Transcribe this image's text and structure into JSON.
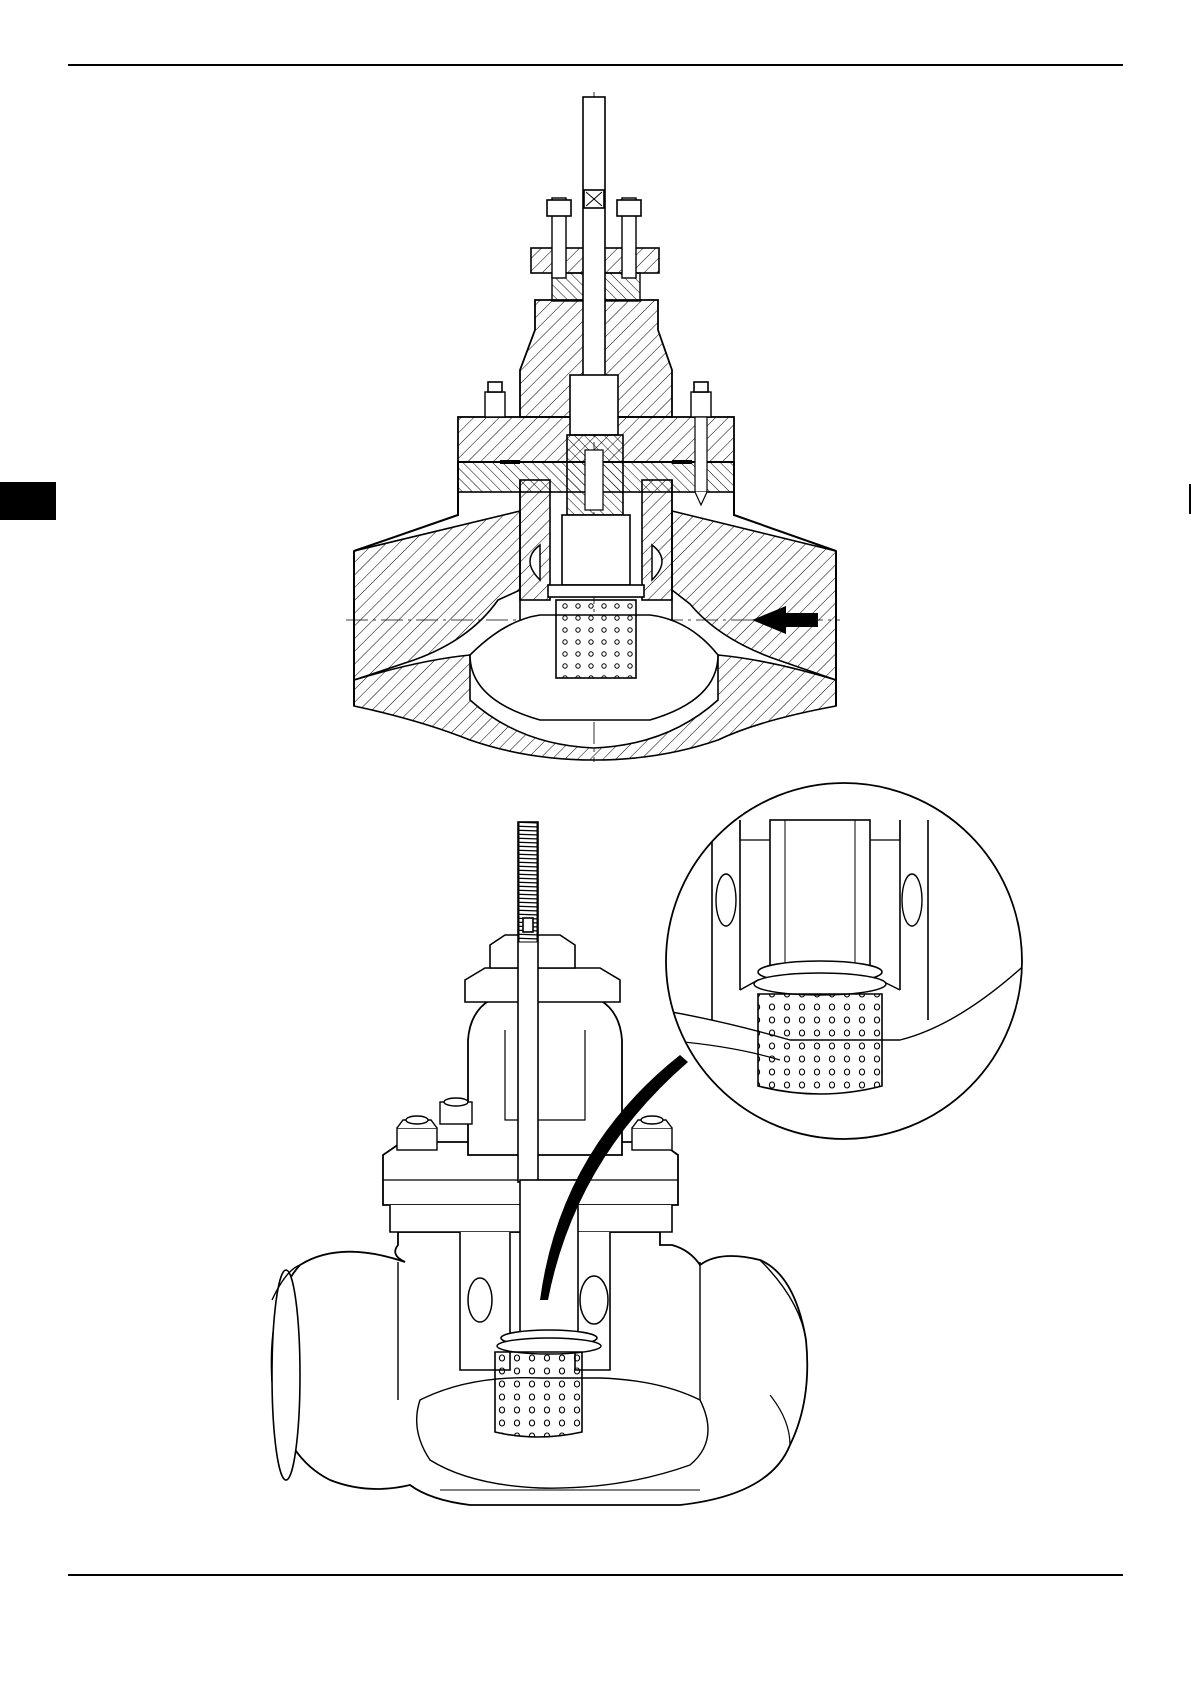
{
  "page": {
    "background": "#ffffff",
    "ink": "#000000"
  },
  "figures": [
    {
      "kind": "sectional-drawing",
      "subject": "globe-valve-with-perforated-cage-plug",
      "flow_arrow": "right-to-left"
    },
    {
      "kind": "cutaway-isometric",
      "subject": "globe-valve-with-perforated-cage-plug",
      "detail_callout": "magnified-perforated-plug"
    }
  ]
}
